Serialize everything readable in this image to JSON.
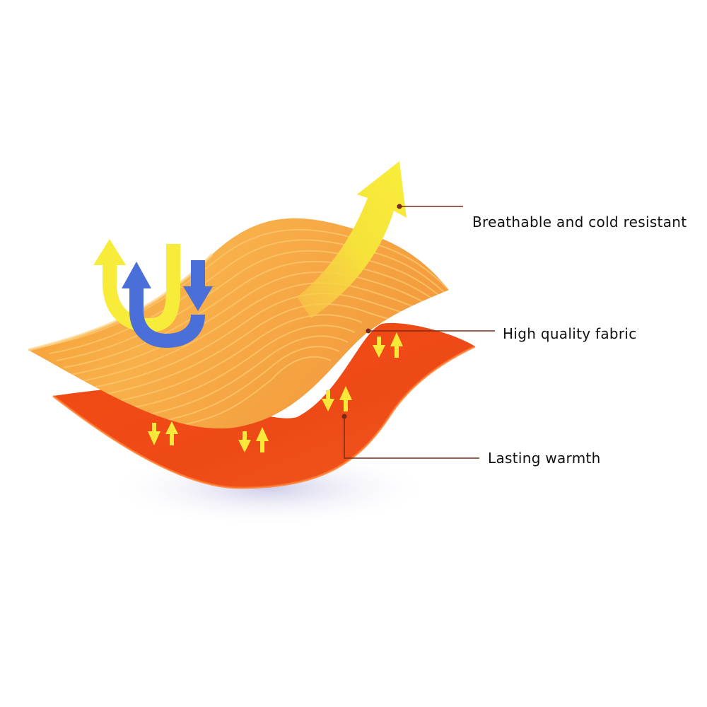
{
  "diagram": {
    "callouts": [
      {
        "id": "breathable",
        "label": "Breathable and cold resistant"
      },
      {
        "id": "fabric",
        "label": "High quality fabric"
      },
      {
        "id": "warmth",
        "label": "Lasting warmth"
      }
    ],
    "colors": {
      "top_layer": "#f7a23a",
      "top_layer_light": "#fbc56a",
      "bottom_layer": "#ef4a14",
      "bottom_layer_edge": "#ff5a1a",
      "yellow_arrow": "#f5e83a",
      "blue_arrow": "#4a6fd8",
      "leader_line": "#7a2a1a"
    }
  }
}
